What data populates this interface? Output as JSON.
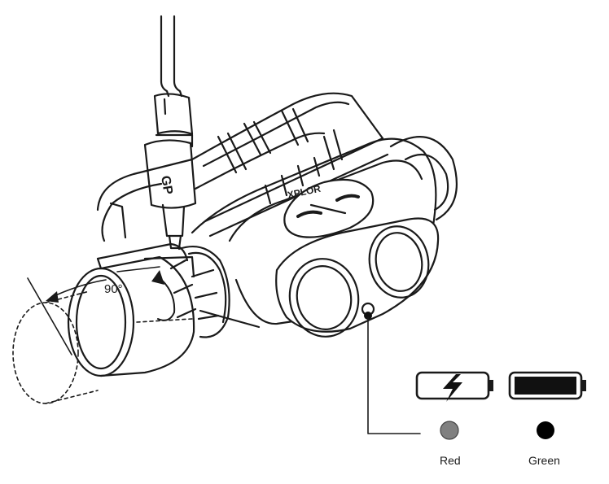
{
  "diagram": {
    "brand_text": "GP",
    "model_text": "XPLOR",
    "rotation_label": "90°"
  },
  "indicator": {
    "charging": {
      "label": "Red",
      "color": "#808080",
      "icon": "battery-charging-icon"
    },
    "charged": {
      "label": "Green",
      "color": "#000000",
      "icon": "battery-full-icon"
    }
  }
}
